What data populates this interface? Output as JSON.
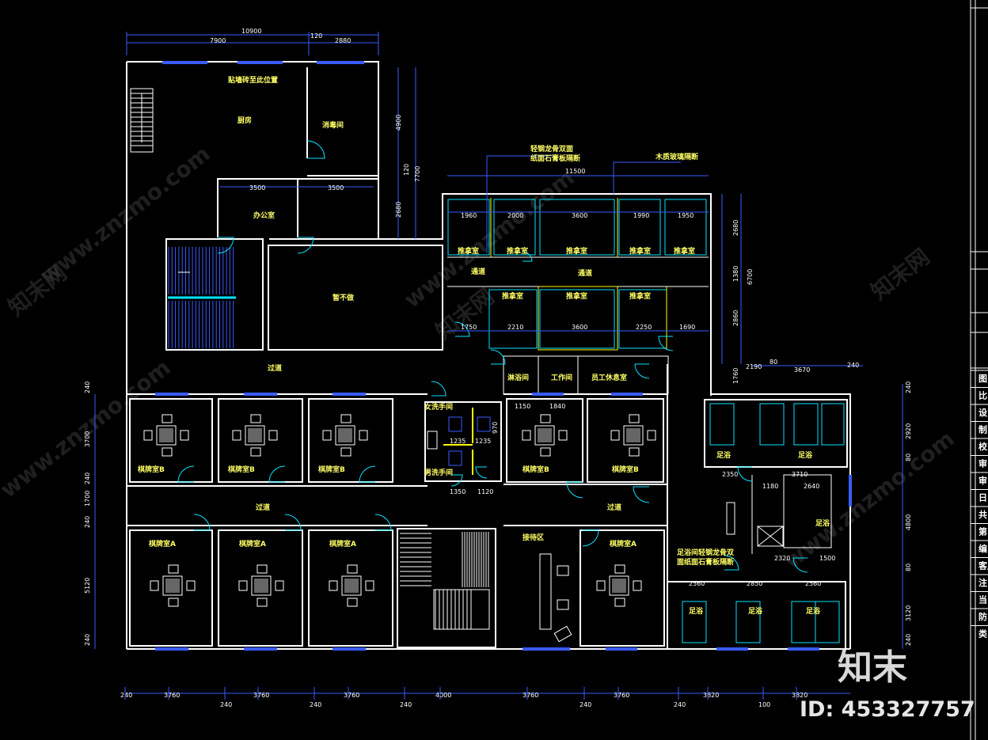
{
  "rooms": {
    "kitchen": "厨房",
    "tile_note": "贴墙砖至此位置",
    "disinfect": "消毒间",
    "office": "办公室",
    "no_build": "暂不做",
    "corridor": "过道",
    "corridor2": "过道",
    "corridor3": "过道",
    "passage_left": "通道",
    "passage_right": "通道",
    "massage": "推拿室",
    "shower": "淋浴间",
    "work": "工作间",
    "staff_rest": "员工休息室",
    "women_wc": "女洗手间",
    "men_wc": "男洗手间",
    "mahjong_a": "棋牌室A",
    "mahjong_b": "棋牌室B",
    "reception": "接待区",
    "foot_bath": "足浴"
  },
  "notes": {
    "partition_gypsum": [
      "轻钢龙骨双面",
      "纸面石膏板隔断"
    ],
    "partition_wood": "木质玻璃隔断",
    "foot_partition": [
      "足浴间轻钢龙骨双",
      "面纸面石膏板隔断"
    ]
  },
  "dimensions": {
    "top_total": "10900",
    "top_gap": "120",
    "top_left": "7900",
    "top_right": "2880",
    "office_left": "3500",
    "office_right": "3500",
    "v_4900": "4900",
    "v_120": "120",
    "v_7700": "7700",
    "v_2680": "2680",
    "mid_total": "11500",
    "massage_widths": [
      "1960",
      "2000",
      "3600",
      "1990",
      "1950"
    ],
    "lower_widths": [
      "1750",
      "2210",
      "3600",
      "2250",
      "1690"
    ],
    "right_v": [
      "2680",
      "1380",
      "6700",
      "2860"
    ],
    "ext_widths": [
      "2190",
      "80",
      "3670",
      "240"
    ],
    "ext_1760": "1760",
    "wc": [
      "1150",
      "1840",
      "1235",
      "1235",
      "970",
      "1350",
      "1120"
    ],
    "foot": [
      "2350",
      "3710",
      "1180",
      "2640",
      "2320",
      "1500",
      "2560",
      "2850",
      "2560"
    ],
    "left_v": [
      "240",
      "3700",
      "240",
      "1700",
      "240",
      "5120",
      "240"
    ],
    "right_v2": [
      "240",
      "2920",
      "80",
      "4800",
      "80",
      "3120",
      "240"
    ],
    "bottom": [
      "240",
      "3760",
      "240",
      "3760",
      "240",
      "3760",
      "240",
      "4000",
      "3760",
      "240",
      "3760",
      "240",
      "3820",
      "100",
      "3820"
    ]
  },
  "title_block": [
    "图",
    "比",
    "设",
    "制",
    "校",
    "审",
    "审",
    "日",
    "共",
    "第",
    "编",
    "客户",
    "注",
    "当",
    "防",
    "类"
  ],
  "watermark": {
    "site": "www.znzmo.com",
    "brand": "知末网",
    "logo": "知末",
    "id": "ID: 453327757"
  },
  "colors": {
    "background": "#000000",
    "wall": "#ffffff",
    "door": "#00e5ff",
    "dimension": "#3a5cff",
    "label": "#ffff66"
  }
}
